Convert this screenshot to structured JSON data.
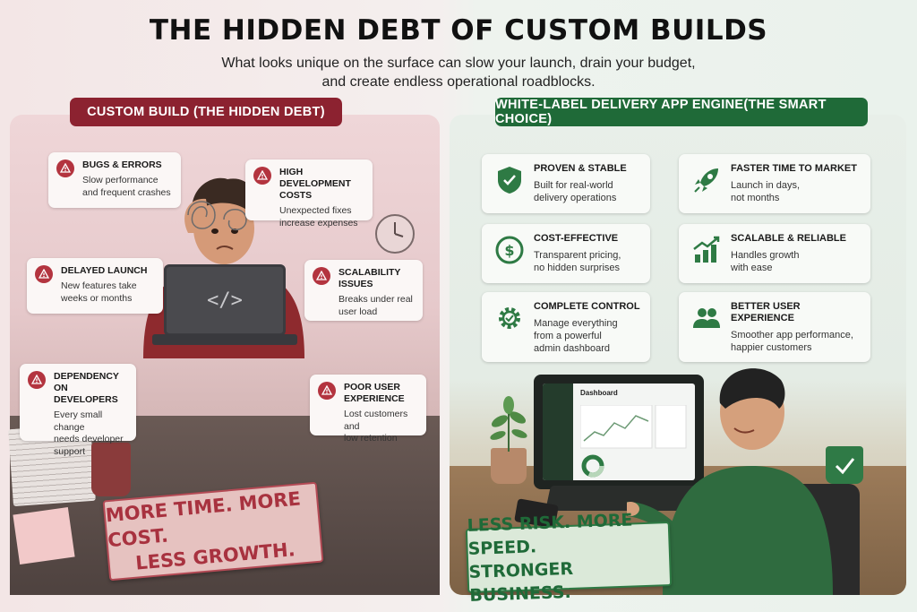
{
  "title": "THE HIDDEN DEBT OF CUSTOM BUILDS",
  "subtitle_line1": "What looks unique on the surface can slow your launch, drain your budget,",
  "subtitle_line2": "and create endless operational roadblocks.",
  "left": {
    "header": "CUSTOM BUILD (THE HIDDEN DEBT)",
    "accent": "#8c2230",
    "cards": [
      {
        "title": "BUGS & ERRORS",
        "text1": "Slow performance",
        "text2": "and frequent crashes",
        "text3": ""
      },
      {
        "title1": "HIGH DEVELOPMENT",
        "title2": "COSTS",
        "text1": "Unexpected fixes",
        "text2": "increase expenses"
      },
      {
        "title": "DELAYED LAUNCH",
        "text1": "New features take",
        "text2": "weeks or months"
      },
      {
        "title1": "SCALABILITY",
        "title2": "ISSUES",
        "text1": "Breaks under real",
        "text2": "user load"
      },
      {
        "title1": "DEPENDENCY",
        "title2": "ON DEVELOPERS",
        "text1": "Every small change",
        "text2": "needs developer",
        "text3": "support"
      },
      {
        "title1": "POOR USER",
        "title2": "EXPERIENCE",
        "text1": "Lost customers and",
        "text2": "low retention"
      }
    ],
    "laptop_glyph": "</>",
    "stamp_line1": "MORE TIME. MORE COST.",
    "stamp_line2": "LESS GROWTH."
  },
  "right": {
    "header": "WHITE-LABEL DELIVERY APP ENGINE(THE SMART CHOICE)",
    "accent": "#1f6a38",
    "cards": [
      {
        "title": "PROVEN & STABLE",
        "text1": "Built for real-world",
        "text2": "delivery operations",
        "icon": "shield-check-icon"
      },
      {
        "title": "FASTER TIME TO MARKET",
        "text1": "Launch in days,",
        "text2": "not months",
        "icon": "rocket-icon"
      },
      {
        "title": "COST-EFFECTIVE",
        "text1": "Transparent pricing,",
        "text2": "no hidden surprises",
        "icon": "dollar-icon"
      },
      {
        "title": "SCALABLE & RELIABLE",
        "text1": "Handles growth",
        "text2": "with ease",
        "icon": "growth-chart-icon"
      },
      {
        "title": "COMPLETE CONTROL",
        "text1": "Manage everything",
        "text2": "from a powerful",
        "text3": "admin dashboard",
        "icon": "gear-icon"
      },
      {
        "title1": "BETTER USER",
        "title2": "EXPERIENCE",
        "text1": "Smoother app performance,",
        "text2": "happier customers",
        "icon": "users-icon"
      }
    ],
    "monitor_title": "Dashboard",
    "stamp_line1": "LESS RISK. MORE SPEED.",
    "stamp_line2": "STRONGER BUSINESS."
  }
}
